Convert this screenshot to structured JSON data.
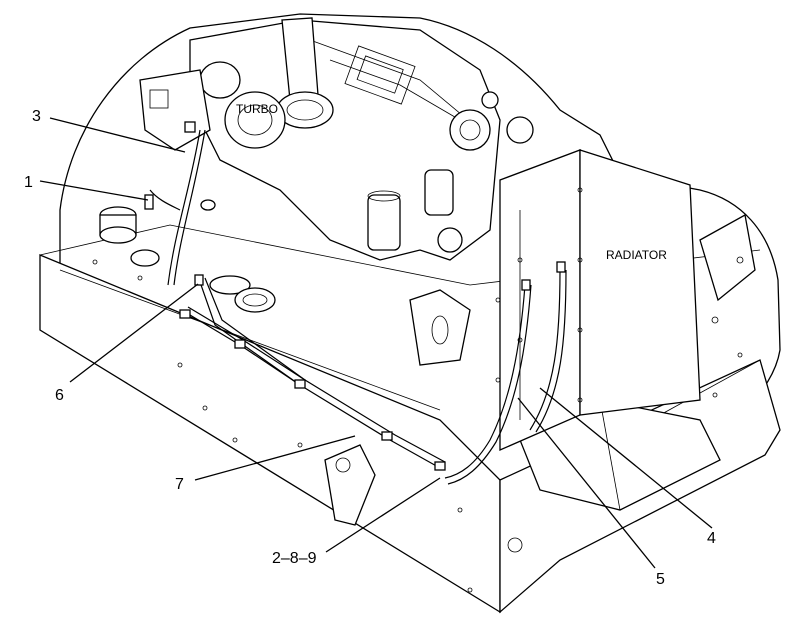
{
  "labels": {
    "turbo": "TURBO",
    "radiator": "RADIATOR"
  },
  "callouts": [
    {
      "id": "c3",
      "text": "3"
    },
    {
      "id": "c1",
      "text": "1"
    },
    {
      "id": "c6",
      "text": "6"
    },
    {
      "id": "c7",
      "text": "7"
    },
    {
      "id": "c289",
      "text": "2–8–9"
    },
    {
      "id": "c5",
      "text": "5"
    },
    {
      "id": "c4",
      "text": "4"
    }
  ]
}
